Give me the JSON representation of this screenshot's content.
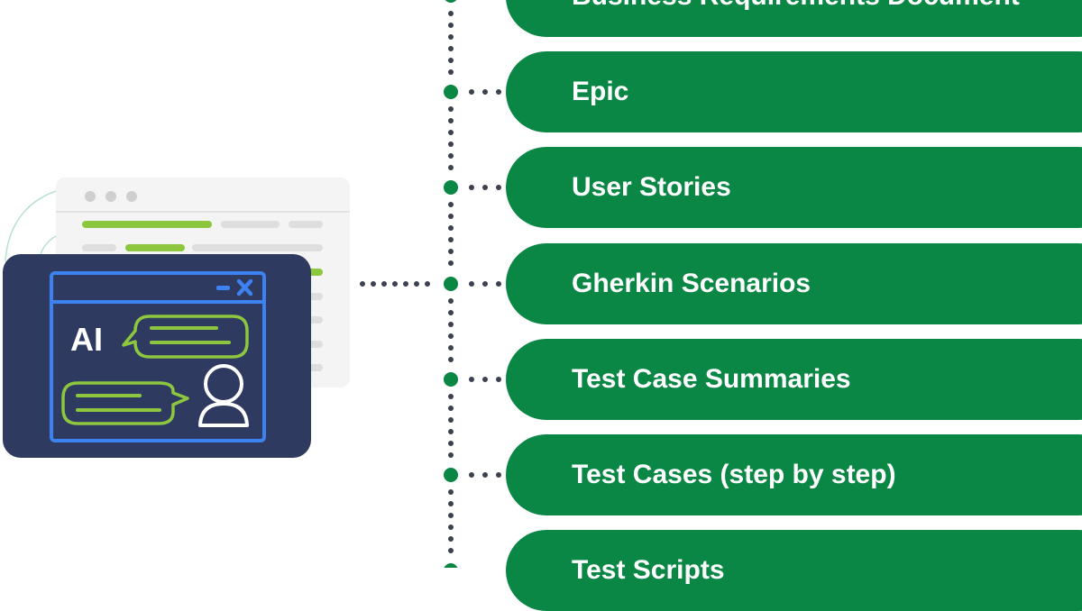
{
  "illustration": {
    "ai_label": "AI"
  },
  "pipeline": {
    "items": [
      {
        "label": "Business Requirements Document"
      },
      {
        "label": "Epic"
      },
      {
        "label": "User Stories"
      },
      {
        "label": "Gherkin Scenarios"
      },
      {
        "label": "Test Case Summaries"
      },
      {
        "label": "Test Cases (step by step)"
      },
      {
        "label": "Test Scripts"
      }
    ]
  },
  "colors": {
    "pill_green": "#0a8745",
    "dot_dark": "#3c4150",
    "node_green": "#0a8745",
    "panel_navy": "#2e3a5f",
    "frame_blue": "#3d82f0",
    "lime": "#8dc63f"
  }
}
